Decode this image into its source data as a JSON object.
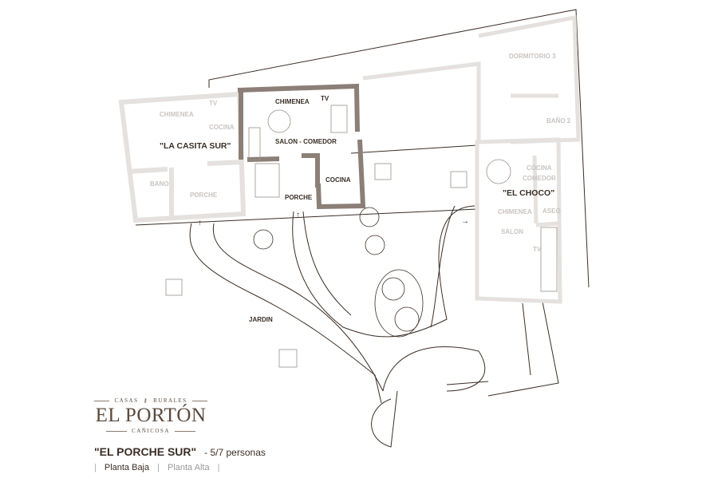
{
  "logo": {
    "top": "CASAS",
    "top2": "RURALES",
    "name": "EL PORTÓN",
    "sub": "CAÑICOSA"
  },
  "title": {
    "name": "\"EL PORCHE SUR\"",
    "capacity": "- 5/7 personas"
  },
  "floors": [
    {
      "label": "Planta Baja",
      "active": true
    },
    {
      "label": "Planta Alta",
      "active": false
    }
  ],
  "separator": "|",
  "rooms": {
    "casita_sur": "\"LA CASITA SUR\"",
    "casita_tv": "TV",
    "casita_chimenea": "CHIMENEA",
    "casita_cocina": "COCINA",
    "casita_bano": "BANO",
    "casita_porche": "PORCHE",
    "chimenea": "CHIMENEA",
    "tv": "TV",
    "salon_comedor": "SALON - COMEDOR",
    "cocina": "COCINA",
    "porche": "PORCHE",
    "dormitorio3": "DORMITORIO 3",
    "bano2": "BAÑO 2",
    "cocina_comedor_1": "COCINA",
    "cocina_comedor_2": "COMEDOR",
    "el_choco": "\"EL CHOCO\"",
    "choco_chimenea": "CHIMENEA",
    "aseo": "ASEO",
    "salon": "SALON",
    "choco_tv": "TV",
    "jardin": "JARDIN"
  },
  "colors": {
    "wall_active": "#8c7f78",
    "wall_inactive": "#e4e1de",
    "line": "#3a2e26",
    "text": "#3a2e26"
  }
}
